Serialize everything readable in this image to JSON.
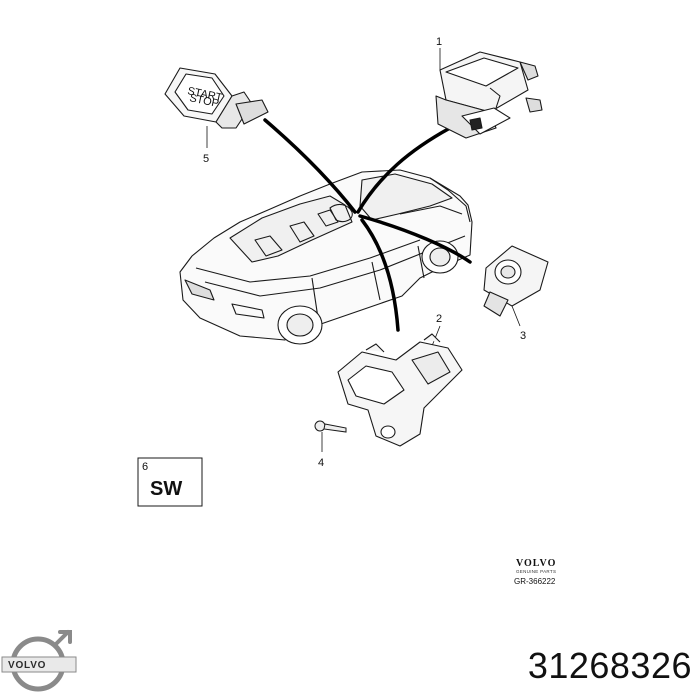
{
  "callouts": {
    "c1": "1",
    "c2": "2",
    "c3": "3",
    "c4": "4",
    "c5": "5",
    "c6": "6"
  },
  "switch_label": "SW",
  "button_text": {
    "line1": "START",
    "line2": "STOP"
  },
  "brand": {
    "name": "VOLVO",
    "sub": "GENUINE PARTS",
    "reference": "GR-366222"
  },
  "logo": {
    "text": "VOLVO"
  },
  "part_number": "31268326"
}
